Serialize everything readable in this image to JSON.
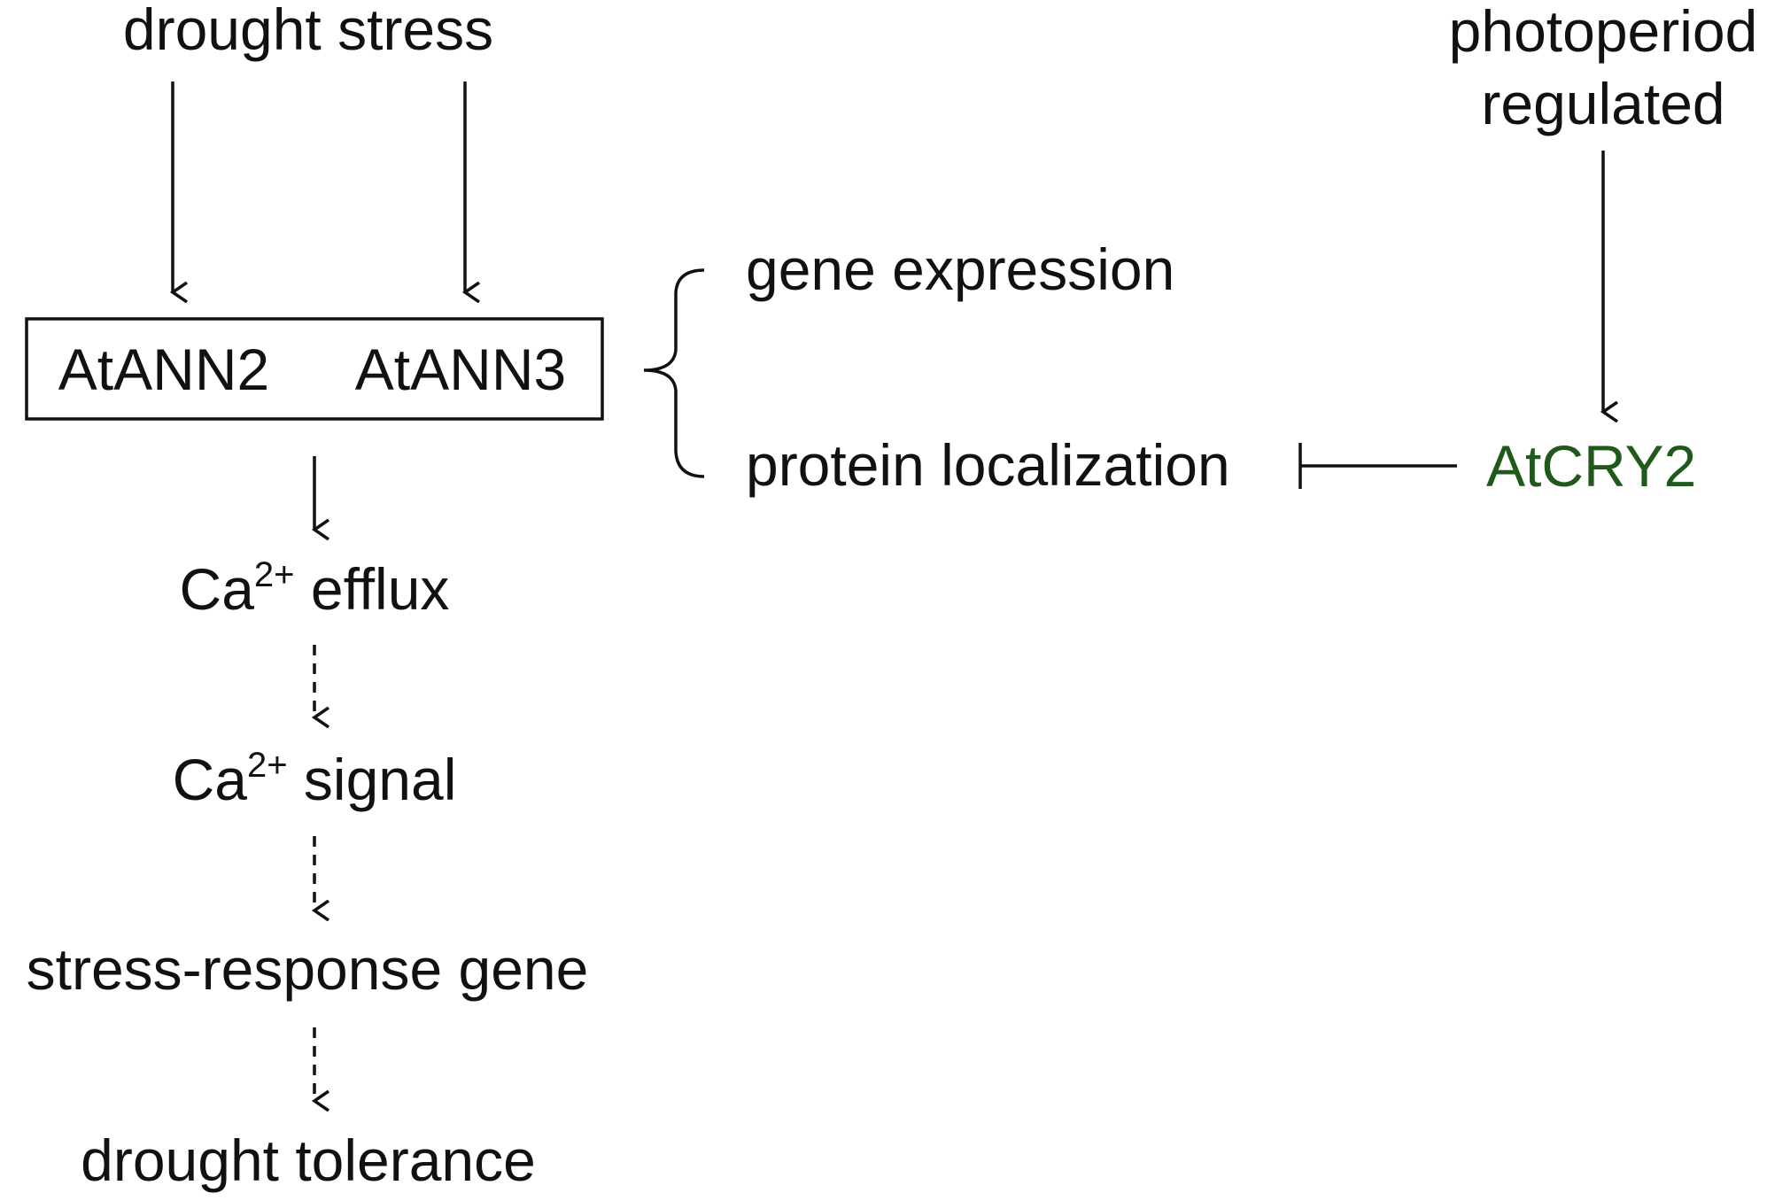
{
  "nodes": {
    "drought_stress": "drought stress",
    "photoperiod_line1": "photoperiod",
    "photoperiod_line2": "regulated",
    "annexin2": "AtANN2",
    "annexin3": "AtANN3",
    "gene_expression": "gene expression",
    "protein_localization": "protein localization",
    "cryptochrome": "AtCRY2",
    "ca_efflux_pre": "Ca",
    "ca_efflux_sup": "2+",
    "ca_efflux_post": " efflux",
    "ca_signal_pre": "Ca",
    "ca_signal_sup": "2+",
    "ca_signal_post": " signal",
    "stress_gene": "stress-response gene",
    "drought_tolerance": "drought tolerance"
  },
  "colors": {
    "text": "#111111",
    "accent": "#1f5a1a",
    "background": "#ffffff"
  }
}
